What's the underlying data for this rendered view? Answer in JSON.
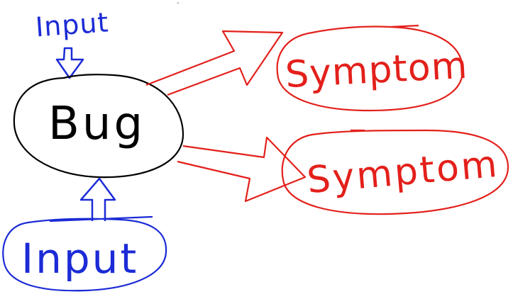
{
  "diagram": {
    "top_input": {
      "label": "Input",
      "color": "#1c2bd6"
    },
    "bug": {
      "label": "Bug",
      "color": "#000000"
    },
    "bottom_input": {
      "label": "Input",
      "color": "#1c2bd6"
    },
    "symptoms": [
      {
        "label": "Symptom",
        "color": "#e3201b"
      },
      {
        "label": "Symptom",
        "color": "#e3201b"
      }
    ],
    "arrow_colors": {
      "input": "#1c2bd6",
      "symptom": "#e3201b"
    }
  }
}
